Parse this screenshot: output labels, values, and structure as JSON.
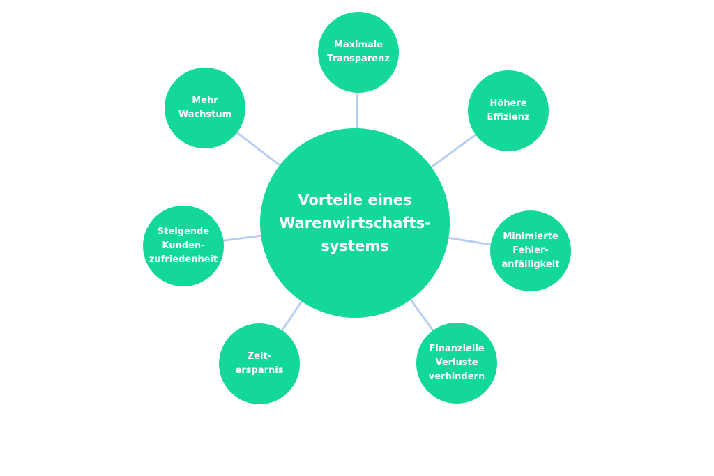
{
  "colors": {
    "node_fill": "#13d89a",
    "connector": "#b7cdf2",
    "text": "#ffffff"
  },
  "center": {
    "lines": [
      "Vorteile eines",
      "Warenwirtschafts-",
      "systems"
    ]
  },
  "nodes": [
    {
      "id": "maximale-transparenz",
      "lines": [
        "Maximale",
        "Transparenz"
      ]
    },
    {
      "id": "hoehere-effizienz",
      "lines": [
        "Höhere",
        "Effizienz"
      ]
    },
    {
      "id": "minimierte-fehleranfaelligkeit",
      "lines": [
        "Minimierte",
        "Fehler-",
        "anfälligkeit"
      ]
    },
    {
      "id": "finanzielle-verluste-verhindern",
      "lines": [
        "Finanzielle",
        "Verluste",
        "verhindern"
      ]
    },
    {
      "id": "zeitersparnis",
      "lines": [
        "Zeit-",
        "ersparnis"
      ]
    },
    {
      "id": "steigende-kundenzufriedenheit",
      "lines": [
        "Steigende",
        "Kunden-",
        "zufriedenheit"
      ]
    },
    {
      "id": "mehr-wachstum",
      "lines": [
        "Mehr",
        "Wachstum"
      ]
    }
  ]
}
